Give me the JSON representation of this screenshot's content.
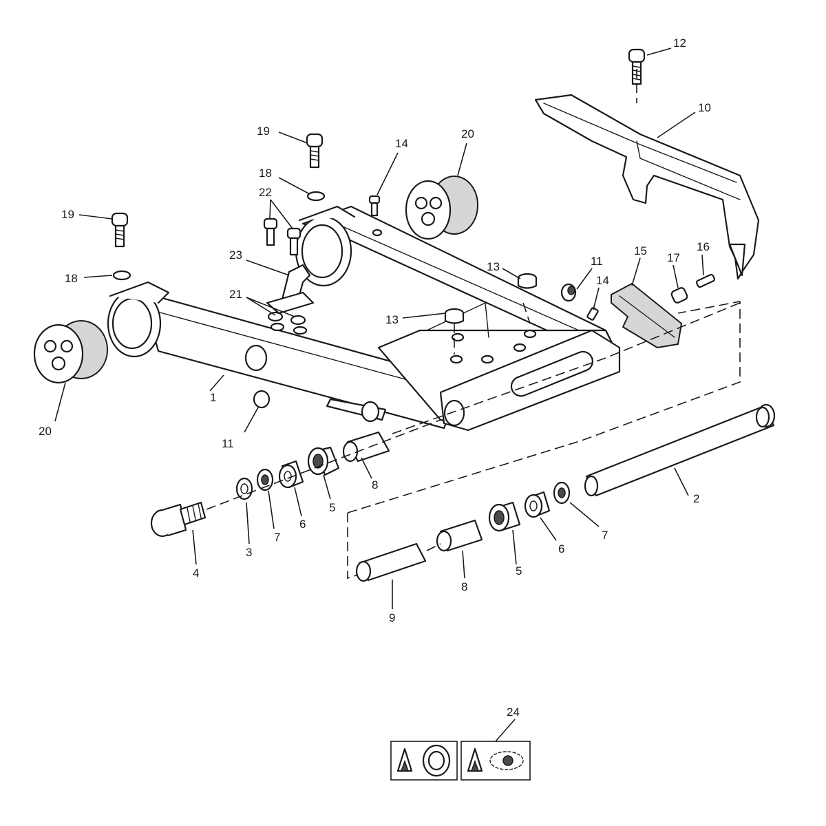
{
  "callouts": [
    {
      "id": "1",
      "text": "1"
    },
    {
      "id": "2",
      "text": "2"
    },
    {
      "id": "3",
      "text": "3"
    },
    {
      "id": "4",
      "text": "4"
    },
    {
      "id": "5a",
      "text": "5"
    },
    {
      "id": "5b",
      "text": "5"
    },
    {
      "id": "6a",
      "text": "6"
    },
    {
      "id": "6b",
      "text": "6"
    },
    {
      "id": "7a",
      "text": "7"
    },
    {
      "id": "7b",
      "text": "7"
    },
    {
      "id": "8a",
      "text": "8"
    },
    {
      "id": "8b",
      "text": "8"
    },
    {
      "id": "9",
      "text": "9"
    },
    {
      "id": "10",
      "text": "10"
    },
    {
      "id": "11a",
      "text": "11"
    },
    {
      "id": "11b",
      "text": "11"
    },
    {
      "id": "12",
      "text": "12"
    },
    {
      "id": "13a",
      "text": "13"
    },
    {
      "id": "13b",
      "text": "13"
    },
    {
      "id": "14a",
      "text": "14"
    },
    {
      "id": "14b",
      "text": "14"
    },
    {
      "id": "15",
      "text": "15"
    },
    {
      "id": "16",
      "text": "16"
    },
    {
      "id": "17",
      "text": "17"
    },
    {
      "id": "18a",
      "text": "18"
    },
    {
      "id": "18b",
      "text": "18"
    },
    {
      "id": "19a",
      "text": "19"
    },
    {
      "id": "19b",
      "text": "19"
    },
    {
      "id": "20a",
      "text": "20"
    },
    {
      "id": "20b",
      "text": "20"
    },
    {
      "id": "21",
      "text": "21"
    },
    {
      "id": "22",
      "text": "22"
    },
    {
      "id": "23",
      "text": "23"
    },
    {
      "id": "24",
      "text": "24"
    }
  ],
  "kit_icons": [
    "warning-bearing-icon",
    "warning-chain-icon"
  ]
}
